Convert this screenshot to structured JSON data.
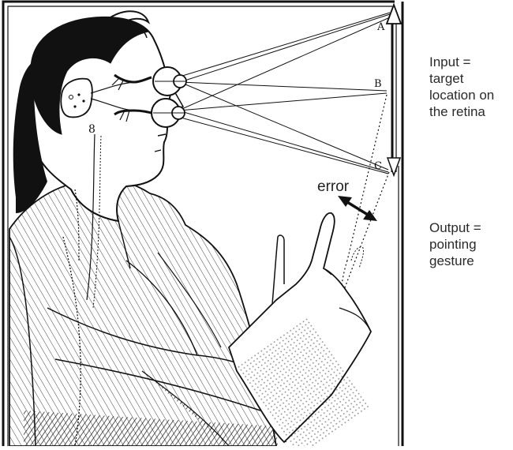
{
  "figure": {
    "points": {
      "a": "A",
      "b": "B",
      "c": "C"
    },
    "error_label": "error"
  },
  "captions": {
    "input": [
      "Input =",
      "target",
      "location on",
      "the retina"
    ],
    "output": [
      "Output =",
      "pointing",
      "gesture"
    ]
  },
  "colors": {
    "ink": "#111111",
    "paper": "#ffffff",
    "caption": "#2a2a2a"
  },
  "icons": {
    "error_arrow": "double-headed-arrow-icon"
  }
}
